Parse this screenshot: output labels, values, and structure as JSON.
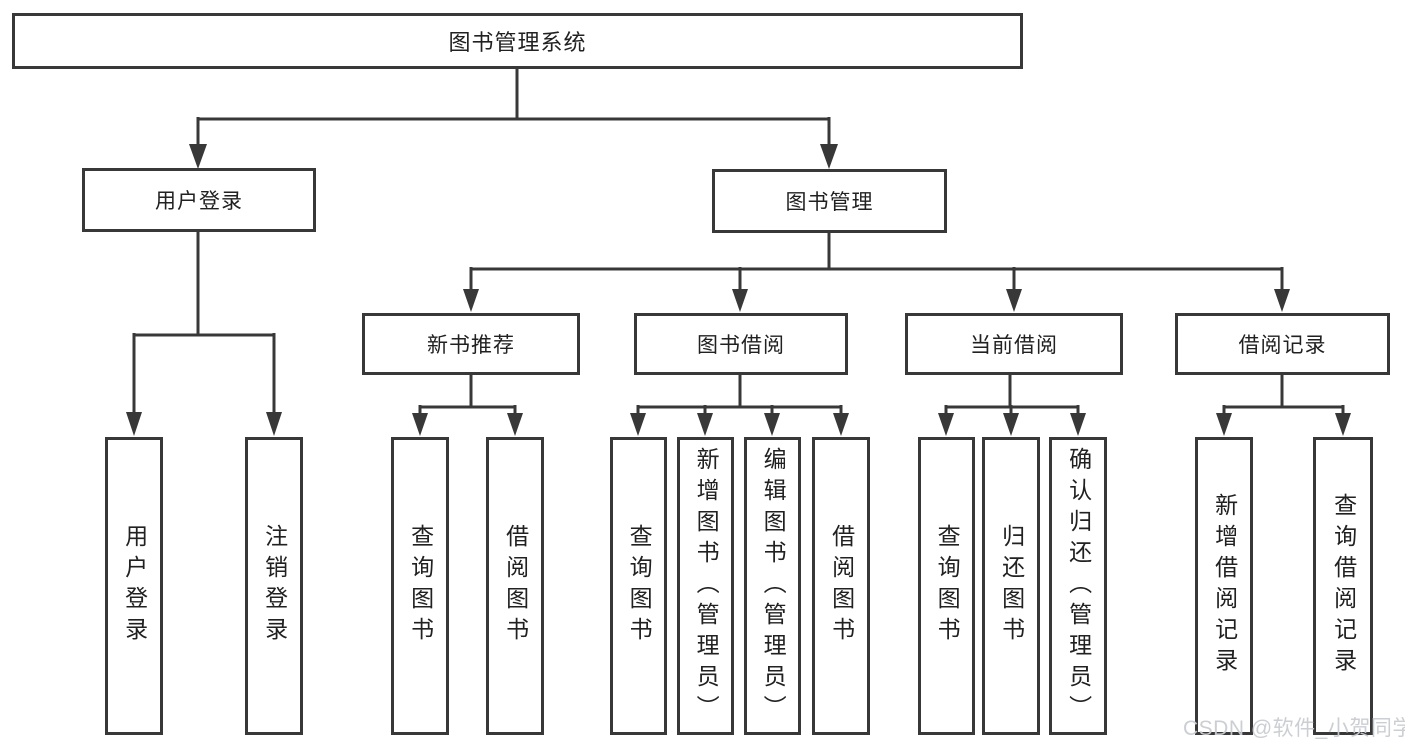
{
  "tree": {
    "label": "图书管理系统",
    "children": [
      {
        "label": "用户登录",
        "children": [
          {
            "label": "用户登录"
          },
          {
            "label": "注销登录"
          }
        ]
      },
      {
        "label": "图书管理",
        "children": [
          {
            "label": "新书推荐",
            "children": [
              {
                "label": "查询图书"
              },
              {
                "label": "借阅图书"
              }
            ]
          },
          {
            "label": "图书借阅",
            "children": [
              {
                "label": "查询图书"
              },
              {
                "label": "新增图书（管理员）"
              },
              {
                "label": "编辑图书（管理员）"
              },
              {
                "label": "借阅图书"
              }
            ]
          },
          {
            "label": "当前借阅",
            "children": [
              {
                "label": "查询图书"
              },
              {
                "label": "归还图书"
              },
              {
                "label": "确认归还（管理员）"
              }
            ]
          },
          {
            "label": "借阅记录",
            "children": [
              {
                "label": "新增借阅记录"
              },
              {
                "label": "查询借阅记录"
              }
            ]
          }
        ]
      }
    ]
  },
  "watermark": {
    "text": "CSDN @软件_小贺同学"
  },
  "colors": {
    "line": "#383838",
    "border": "#383838",
    "text": "#212121",
    "background": "#ffffff",
    "watermark": "#c9ccd1"
  }
}
